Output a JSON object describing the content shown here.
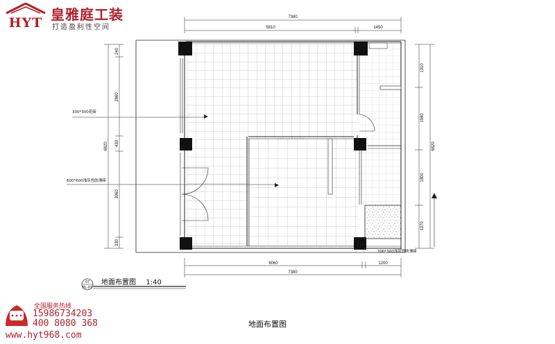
{
  "brand": {
    "logo_text": "HYT",
    "name": "皇雅庭工装",
    "slogan": "打造盈利性空间",
    "colors": {
      "brand_red": "#b0202a"
    }
  },
  "hotline": {
    "label": "全国服务热线",
    "phone_1": "15986734203",
    "phone_2": "400 8080 368",
    "website": "www.hyt968.com",
    "icon": "phone-icon"
  },
  "plan": {
    "title": "地面布置图",
    "scale": "1:40",
    "ref_top": "07",
    "ref_bottom": "PL-07",
    "caption": "地面布置图"
  },
  "dimensions": {
    "top_total": "7380",
    "top_left": "5810",
    "top_right": "1450",
    "bottom_left": "6060",
    "bottom_right": "1200",
    "bottom_total": "7380",
    "left_1": "240",
    "left_2": "2860",
    "left_3": "430",
    "left_4": "3060",
    "left_5": "330",
    "left_total": "6820",
    "right_1": "1310",
    "right_2": "1980",
    "right_3": "1800",
    "right_4": "1370",
    "right_total": "6820"
  },
  "material_labels": {
    "tile_300": "300*300花砖",
    "tile_600": "600*600浅灰色防滑砖",
    "tile_grey_300": "300*300浅灰色防滑砖"
  }
}
